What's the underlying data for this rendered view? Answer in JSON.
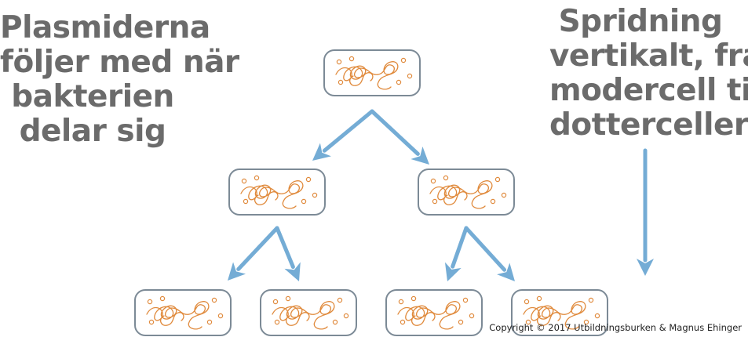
{
  "left_caption": {
    "lines": [
      "Plasmiderna",
      "följer med när",
      "bakterien",
      "delar sig"
    ]
  },
  "right_caption": {
    "lines": [
      "Spridning",
      "vertikalt, från",
      "modercell till",
      "dotterceller"
    ]
  },
  "copyright": "Copyright © 2017 Utbildningsburken & Magnus Ehinger",
  "colors": {
    "caption_text": "#6b6b6b",
    "cell_border": "#7c8a96",
    "cell_fill": "#ffffff",
    "dna": "#e08a3c",
    "arrow": "#74acd5"
  },
  "icons": {
    "cell": "bacterium-cell-icon",
    "dna": "chromosome-icon",
    "plasmid": "plasmid-icon",
    "arrow": "division-arrow-icon"
  }
}
